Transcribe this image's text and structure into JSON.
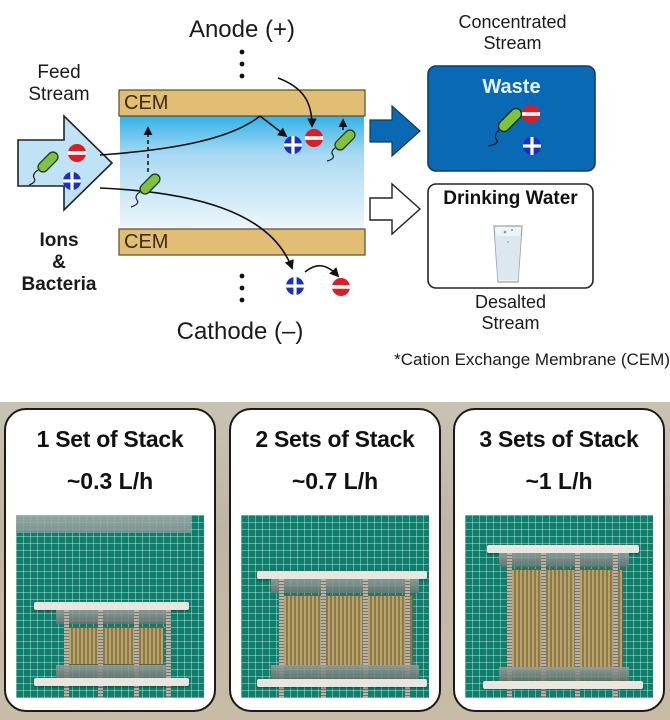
{
  "diagram": {
    "anode_label": "Anode (+)",
    "cathode_label": "Cathode (–)",
    "feed_label_line1": "Feed",
    "feed_label_line2": "Stream",
    "feed_contents_line1": "Ions",
    "feed_contents_line2": "&",
    "feed_contents_line3": "Bacteria",
    "membrane_top_label": "CEM",
    "membrane_bottom_label": "CEM",
    "concentrated_label_line1": "Concentrated",
    "concentrated_label_line2": "Stream",
    "waste_box_title": "Waste",
    "drinking_box_title": "Drinking Water",
    "desalted_label_line1": "Desalted",
    "desalted_label_line2": "Stream",
    "footnote": "*Cation Exchange Membrane (CEM)",
    "colors": {
      "membrane": "#e2bd74",
      "waste_box": "#0a69b5",
      "cation": "#1b2fc4",
      "anion": "#e01b24",
      "bacteria": "#7fc241",
      "channel_top": "#22aee6",
      "channel_bottom": "#e8f4fb"
    }
  },
  "panels": [
    {
      "title": "1 Set of Stack",
      "rate": "~0.3 L/h",
      "stack_sets": 1
    },
    {
      "title": "2 Sets of Stack",
      "rate": "~0.7 L/h",
      "stack_sets": 2
    },
    {
      "title": "3 Sets of Stack",
      "rate": "~1 L/h",
      "stack_sets": 3
    }
  ]
}
